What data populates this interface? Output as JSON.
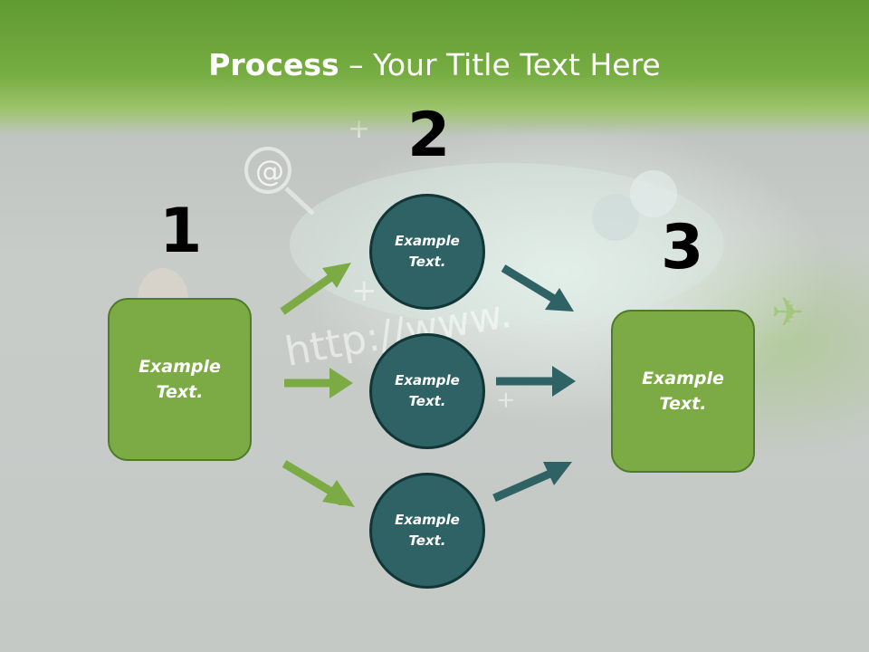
{
  "title": {
    "bold": "Process",
    "rest": " – Your Title Text Here"
  },
  "steps": {
    "one": "1",
    "two": "2",
    "three": "3"
  },
  "boxes": {
    "left": "Example Text.",
    "right": "Example Text."
  },
  "circles": {
    "top": "Example Text.",
    "middle": "Example Text.",
    "bottom": "Example Text."
  },
  "background_text": "http://www.",
  "colors": {
    "header": "#6fa83a",
    "box": "#7cab45",
    "circle": "#2f6264",
    "arrow_green": "#7cab45",
    "arrow_teal": "#2f6264"
  }
}
